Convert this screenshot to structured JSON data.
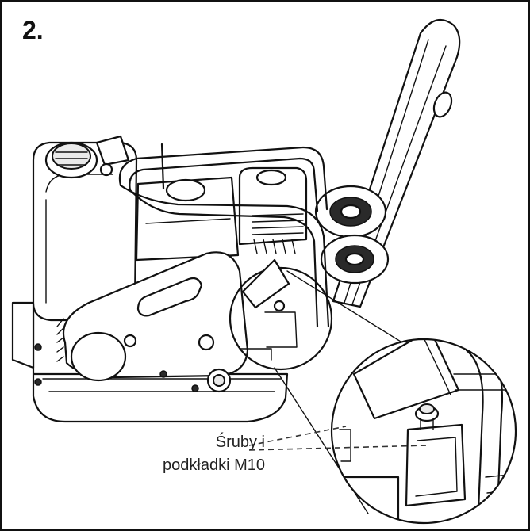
{
  "step_number": "2.",
  "callout": {
    "line1": "Śruby i",
    "line2": "podkładki M10"
  },
  "icons": {
    "machine": "plate-compactor-drawing",
    "zoom": "magnified-detail-circle"
  }
}
